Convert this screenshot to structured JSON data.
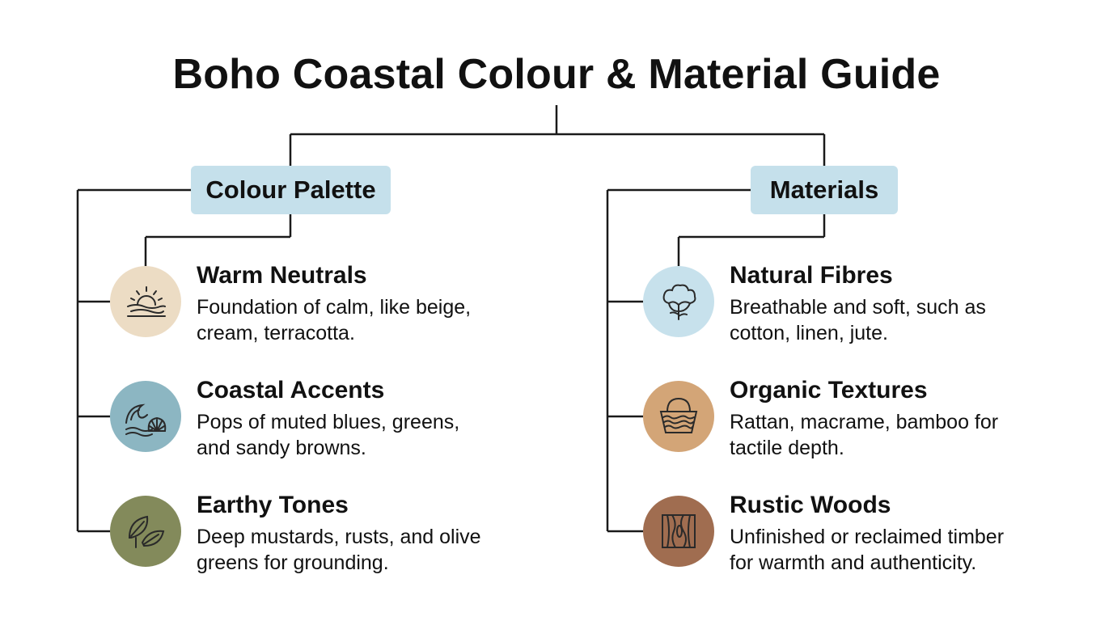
{
  "title": "Boho Coastal Colour & Material Guide",
  "sections": [
    {
      "label": "Colour Palette",
      "items": [
        {
          "title": "Warm Neutrals",
          "desc_line1": "Foundation of calm, like beige,",
          "desc_line2": "cream, terracotta.",
          "icon": "sunset-icon",
          "color": "#ecdcc4"
        },
        {
          "title": "Coastal Accents",
          "desc_line1": "Pops of muted blues, greens,",
          "desc_line2": "and sandy browns.",
          "icon": "wave-shell-icon",
          "color": "#8cb6c2"
        },
        {
          "title": "Earthy Tones",
          "desc_line1": "Deep mustards, rusts, and olive",
          "desc_line2": "greens for grounding.",
          "icon": "leaves-icon",
          "color": "#838a5b"
        }
      ]
    },
    {
      "label": "Materials",
      "items": [
        {
          "title": "Natural Fibres",
          "desc_line1": "Breathable and soft, such as",
          "desc_line2": "cotton, linen, jute.",
          "icon": "cotton-icon",
          "color": "#c7e1ec"
        },
        {
          "title": "Organic Textures",
          "desc_line1": "Rattan, macrame, bamboo for",
          "desc_line2": "tactile depth.",
          "icon": "basket-icon",
          "color": "#d3a577"
        },
        {
          "title": "Rustic Woods",
          "desc_line1": "Unfinished or reclaimed timber",
          "desc_line2": "for warmth and authenticity.",
          "icon": "wood-grain-icon",
          "color": "#a06d50"
        }
      ]
    }
  ],
  "colors": {
    "section_box": "#c5e0eb",
    "line": "#1a1a1a",
    "icon_stroke": "#2a2a2a"
  }
}
